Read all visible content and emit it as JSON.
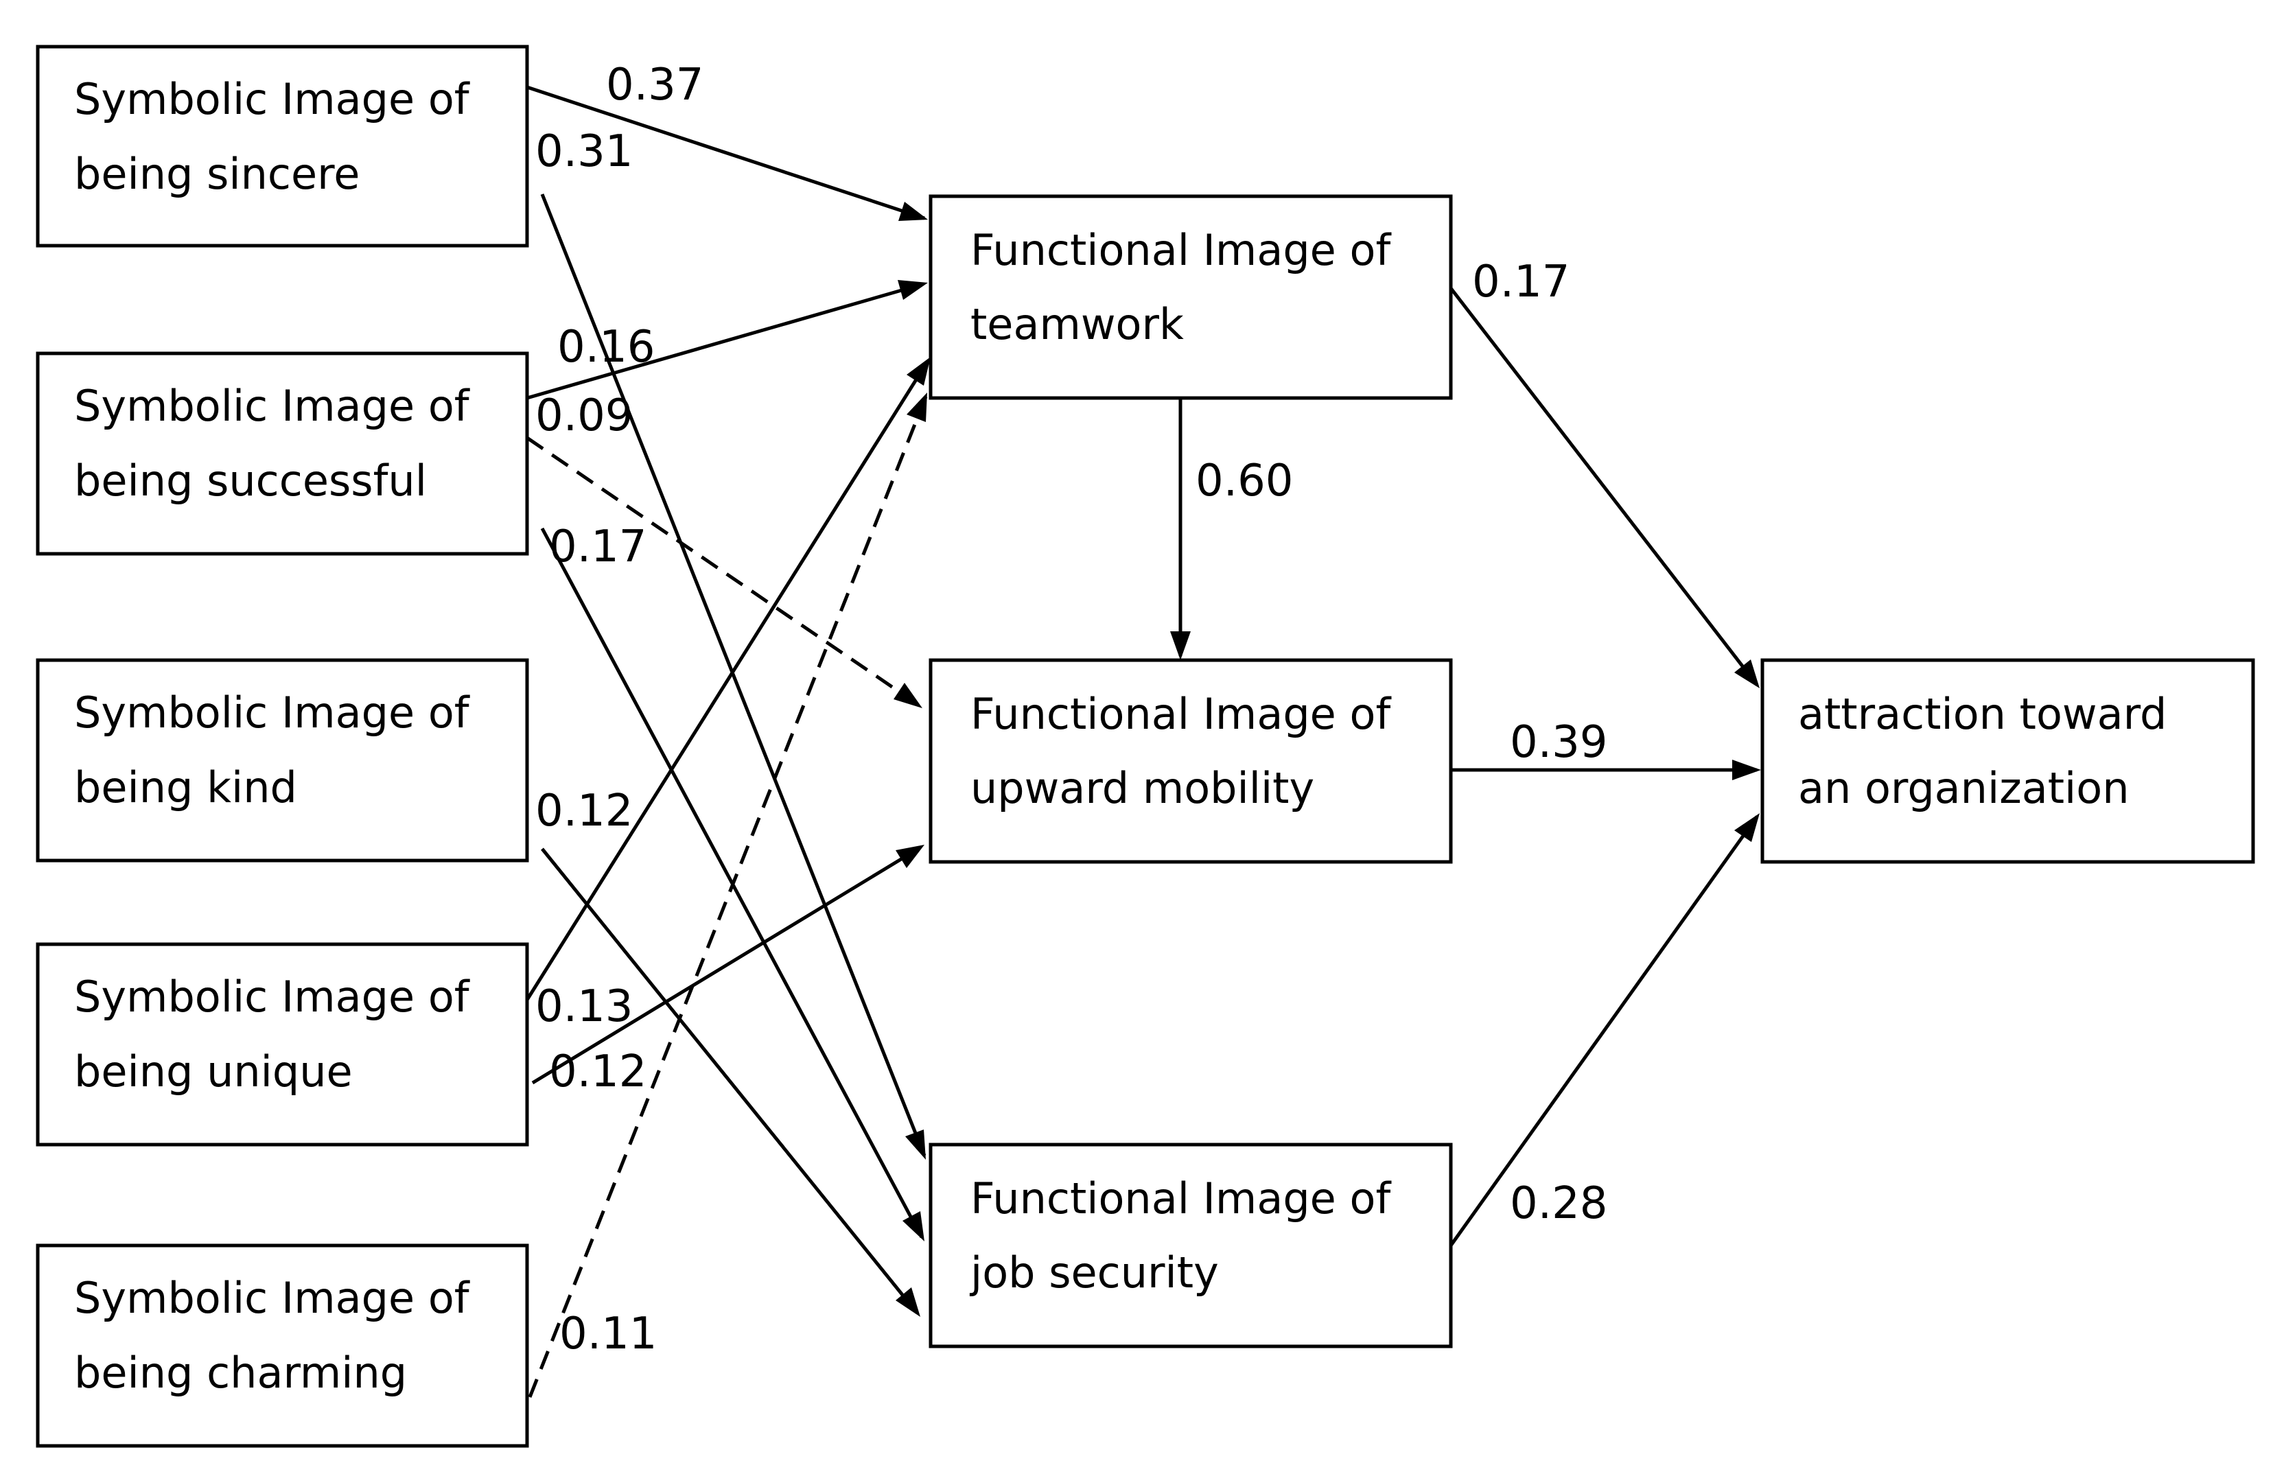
{
  "nodes": {
    "sincere": {
      "line1": "Symbolic Image of",
      "line2": "being sincere"
    },
    "successful": {
      "line1": "Symbolic Image of",
      "line2": "being successful"
    },
    "kind": {
      "line1": "Symbolic Image of",
      "line2": "being kind"
    },
    "unique": {
      "line1": "Symbolic Image of",
      "line2": "being unique"
    },
    "charming": {
      "line1": "Symbolic Image of",
      "line2": "being charming"
    },
    "teamwork": {
      "line1": "Functional Image of",
      "line2": "teamwork"
    },
    "mobility": {
      "line1": "Functional Image of",
      "line2": "upward mobility"
    },
    "security": {
      "line1": "Functional Image of",
      "line2": "job security"
    },
    "attraction": {
      "line1": "attraction toward",
      "line2": "an organization"
    }
  },
  "edges": [
    {
      "id": "sincere-teamwork",
      "from": "sincere",
      "to": "teamwork",
      "coef": "0.37",
      "style": "solid"
    },
    {
      "id": "sincere-security",
      "from": "sincere",
      "to": "security",
      "coef": "0.31",
      "style": "solid"
    },
    {
      "id": "successful-teamwork",
      "from": "successful",
      "to": "teamwork",
      "coef": "0.16",
      "style": "solid"
    },
    {
      "id": "successful-mobility",
      "from": "successful",
      "to": "mobility",
      "coef": "0.09",
      "style": "dashed"
    },
    {
      "id": "successful-security",
      "from": "successful",
      "to": "security",
      "coef": "0.17",
      "style": "solid"
    },
    {
      "id": "kind-security",
      "from": "kind",
      "to": "security",
      "coef": "0.12",
      "style": "solid"
    },
    {
      "id": "unique-teamwork",
      "from": "unique",
      "to": "teamwork",
      "coef": "0.13",
      "style": "solid"
    },
    {
      "id": "unique-mobility",
      "from": "unique",
      "to": "mobility",
      "coef": "0.12",
      "style": "solid"
    },
    {
      "id": "charming-teamwork",
      "from": "charming",
      "to": "teamwork",
      "coef": "0.11",
      "style": "dashed"
    },
    {
      "id": "teamwork-mobility",
      "from": "teamwork",
      "to": "mobility",
      "coef": "0.60",
      "style": "solid"
    },
    {
      "id": "teamwork-attraction",
      "from": "teamwork",
      "to": "attraction",
      "coef": "0.17",
      "style": "solid"
    },
    {
      "id": "mobility-attraction",
      "from": "mobility",
      "to": "attraction",
      "coef": "0.39",
      "style": "solid"
    },
    {
      "id": "security-attraction",
      "from": "security",
      "to": "attraction",
      "coef": "0.28",
      "style": "solid"
    }
  ]
}
